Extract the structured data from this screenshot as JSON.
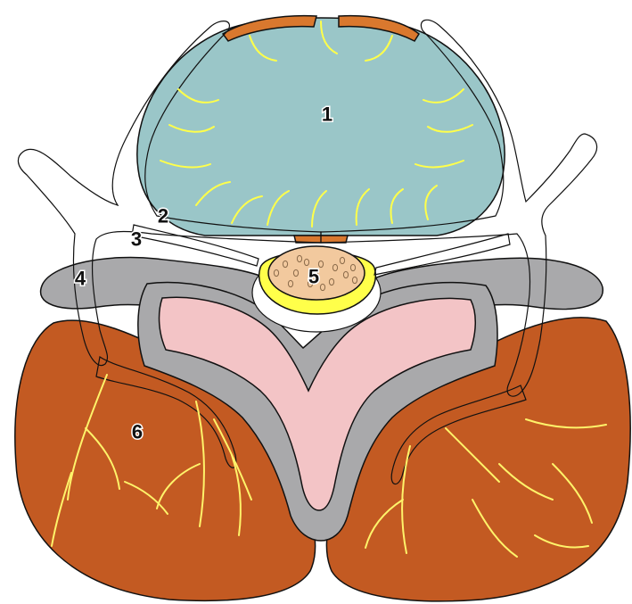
{
  "labels": {
    "l1": "1",
    "l2": "2",
    "l3": "3",
    "l4": "4",
    "l5": "5",
    "l6": "6"
  },
  "colors": {
    "disc": "#9ac6c8",
    "nerve": "#ffff4a",
    "muscle": "#c35a22",
    "vertebra_gray": "#a9a9ab",
    "bone_pink": "#f3c4c6",
    "dura": "#f2c99e",
    "ligament_orange": "#d9782e",
    "outline": "#111111",
    "muscle_nerve": "#fff36a"
  }
}
